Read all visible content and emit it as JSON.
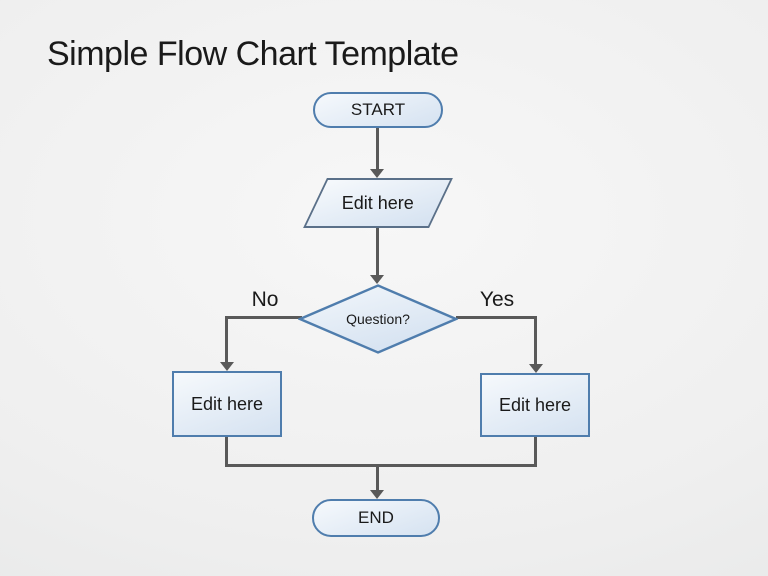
{
  "title": "Simple Flow Chart Template",
  "flowchart": {
    "start": {
      "label": "START",
      "shape": "terminator"
    },
    "input": {
      "label": "Edit here",
      "shape": "parallelogram"
    },
    "decision": {
      "label": "Question?",
      "shape": "diamond"
    },
    "no_branch": {
      "label": "No"
    },
    "yes_branch": {
      "label": "Yes"
    },
    "process_left": {
      "label": "Edit here",
      "shape": "rectangle"
    },
    "process_right": {
      "label": "Edit here",
      "shape": "rectangle"
    },
    "end": {
      "label": "END",
      "shape": "terminator"
    }
  },
  "colors": {
    "canvas_bg": "#eeeeee",
    "shape_fill_light": "#f6f9fc",
    "shape_fill_dark": "#d5e2f1",
    "shape_border": "#4f7dad",
    "parallelogram_border": "#5a7089",
    "connector": "#595959",
    "text": "#1a1a1a"
  }
}
